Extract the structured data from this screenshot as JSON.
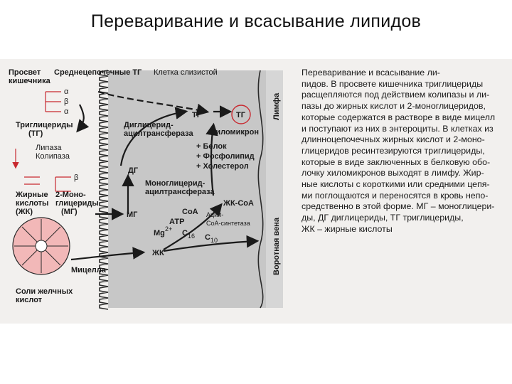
{
  "slide": {
    "title": "Переваривание  и всасывание липидов"
  },
  "diagram": {
    "lumen_label_1": "Просвет",
    "lumen_label_2": "кишечника",
    "mid_chain_tg": "Среднецепочечные ТГ",
    "mucosa_cell": "Клетка слизистой",
    "alpha_top": "α",
    "beta": "β",
    "alpha_bottom": "α",
    "tg_label_1": "Триглицериды",
    "tg_label_2": "(ТГ)",
    "lipase": "Липаза",
    "colipase": "Колипаза",
    "beta_lower": "β",
    "fatty_acids_1": "Жирные",
    "fatty_acids_2": "кислоты",
    "fatty_acids_3": "(ЖК)",
    "mono_1": "2-Моно-",
    "mono_2": "глицериды",
    "mono_3": "(МГ)",
    "micelle": "Мицелла",
    "bile_salts_1": "Соли желчных",
    "bile_salts_2": "кислот",
    "tg_cell": "ТГ",
    "tg_lymph": "ТГ",
    "dg_acyl_1": "Диглицерид-",
    "dg_acyl_2": "ацилтрансфераза",
    "chylomicron": "Хиломикрон",
    "protein": "+ Белок",
    "phospholipid": "+ Фосфолипид",
    "cholesterol": "+ Холестерол",
    "dg": "ДГ",
    "mg_acyl_1": "Моноглицерид-",
    "mg_acyl_2": "ацилтрансфераза",
    "fa_coa": "ЖК-СоА",
    "coa": "СоА",
    "mg": "МГ",
    "atp": "АТР",
    "mg2": "Mg",
    "mg2_sup": "2+",
    "acyl_coa_1": "Ацил-",
    "acyl_coa_2": "СоА-синтетаза",
    "c16": "С",
    "c16_sub": "16",
    "c10": "С",
    "c10_sub": "10",
    "fa_cell": "ЖК",
    "lymph": "Лимфа",
    "portal_vein": "Воротная вена"
  },
  "caption": {
    "lines": [
      "Переваривание и всасывание ли-",
      "пидов. В просвете кишечника триглицериды",
      "расщепляются под действием колипазы и ли-",
      "пазы до жирных кислот и 2-моноглицеридов,",
      "которые содержатся в растворе в виде мицелл",
      "и поступают из них в энтероциты. В клетках из",
      "длинноцепочечных жирных кислот и 2-моно-",
      "глицеридов ресинтезируются триглицериды,",
      "которые в виде заключенных в белковую обо-",
      "лочку хиломикронов выходят в лимфу. Жир-",
      "ные кислоты с короткими или средними цепя-",
      "ми поглощаются и переносятся в кровь непо-",
      "средственно в этой форме. МГ – моноглицери-",
      "ды, ДГ диглицериды, ТГ триглицериды,",
      "ЖК – жирные кислоты"
    ]
  },
  "colors": {
    "cell_fill": "#c7c7c7",
    "figure_bg": "#f2f0ee",
    "arrow": "#1a1a1a",
    "micelle_fill": "#f2b8b8",
    "accent_red": "#c8282f"
  }
}
